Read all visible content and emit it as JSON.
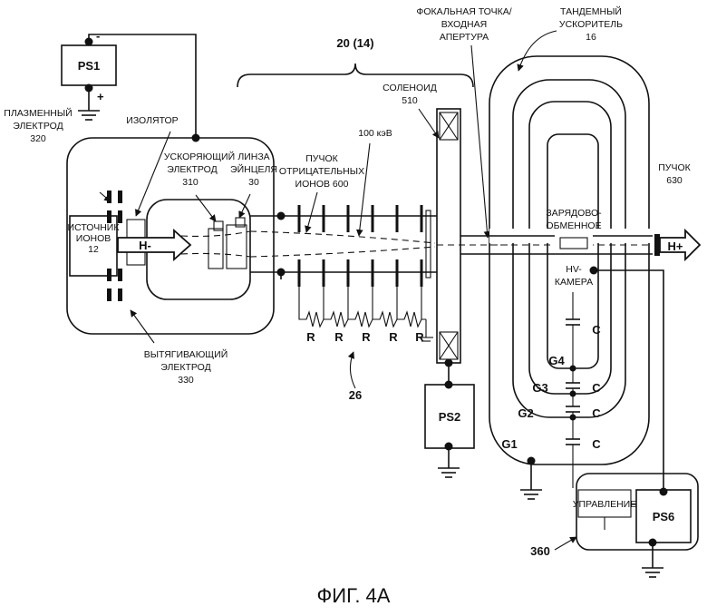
{
  "labels": {
    "ps1": "PS1",
    "ps1_minus": "-",
    "ps1_plus": "+",
    "plasma_electrode": [
      "ПЛАЗМЕННЫЙ",
      "ЭЛЕКТРОД",
      "320"
    ],
    "insulator": "ИЗОЛЯТОР",
    "accel_electrode": [
      "УСКОРЯЮЩИЙ",
      "ЭЛЕКТРОД",
      "310"
    ],
    "einzel_lens": [
      "ЛИНЗА",
      "ЭЙНЦЕЛЯ",
      "30"
    ],
    "neg_ion_beam": [
      "ПУЧОК",
      "ОТРИЦАТЕЛЬНЫХ",
      "ИОНОВ 600"
    ],
    "energy": "100 кэВ",
    "section": "20 (14)",
    "solenoid": [
      "СОЛЕНОИД",
      "510"
    ],
    "focal_point": [
      "ФОКАЛЬНАЯ ТОЧКА/",
      "ВХОДНАЯ",
      "АПЕРТУРА"
    ],
    "tandem": [
      "ТАНДЕМНЫЙ",
      "УСКОРИТЕЛЬ",
      "16"
    ],
    "ion_source": [
      "ИСТОЧНИК",
      "ИОНОВ",
      "12"
    ],
    "h_minus": "H-",
    "extract_electrode": [
      "ВЫТЯГИВАЮЩИЙ",
      "ЭЛЕКТРОД",
      "330"
    ],
    "resistor": "R",
    "ref_26": "26",
    "ps2": "PS2",
    "charge_exchange": [
      "ЗАРЯДОВО-",
      "ОБМЕННОЕ"
    ],
    "hv_chamber": [
      "HV-",
      "КАМЕРА"
    ],
    "capacitor": "C",
    "g1": "G1",
    "g2": "G2",
    "g3": "G3",
    "g4": "G4",
    "beam_630": [
      "ПУЧОК",
      "630"
    ],
    "h_plus": "H+",
    "control": "УПРАВЛЕНИЕ",
    "ps6": "PS6",
    "ref_360": "360",
    "figure": "ФИГ. 4А"
  }
}
